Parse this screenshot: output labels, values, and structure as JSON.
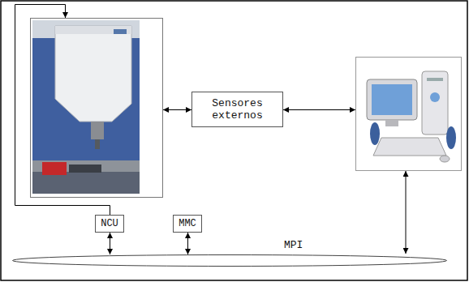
{
  "diagram": {
    "nodes": [
      {
        "text": [
          "Sensores externos"
        ]
      },
      {
        "text": [
          "NCU"
        ]
      },
      {
        "text": [
          "MMC"
        ]
      },
      {
        "text": [
          "MPI"
        ]
      }
    ],
    "edges": [
      {
        "from": 1,
        "to": 3,
        "arrow": "both"
      },
      {
        "from": 2,
        "to": 3,
        "arrow": "both"
      }
    ]
  }
}
